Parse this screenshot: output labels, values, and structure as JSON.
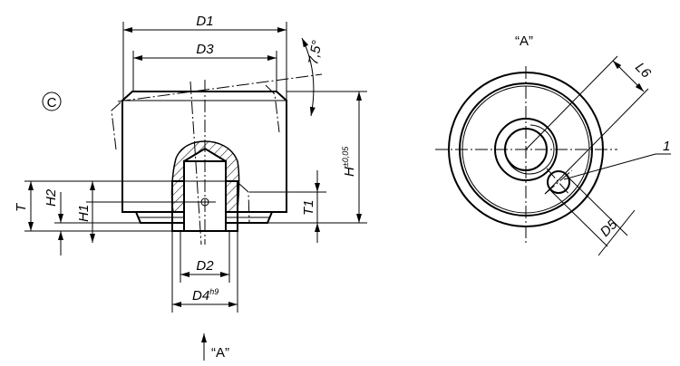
{
  "labels": {
    "D1": "D1",
    "D3": "D3",
    "D2": "D2",
    "D4": "D4",
    "D4_tol": "h9",
    "H": "H",
    "H_tol": "±0,05",
    "T": "T",
    "T1": "T1",
    "H1": "H1",
    "H2": "H2",
    "angle": "7,5°",
    "copyright": "C",
    "view_arrow": "“A”",
    "view_title": "“A”",
    "L6": "L6",
    "D5": "D5",
    "item": "1"
  }
}
